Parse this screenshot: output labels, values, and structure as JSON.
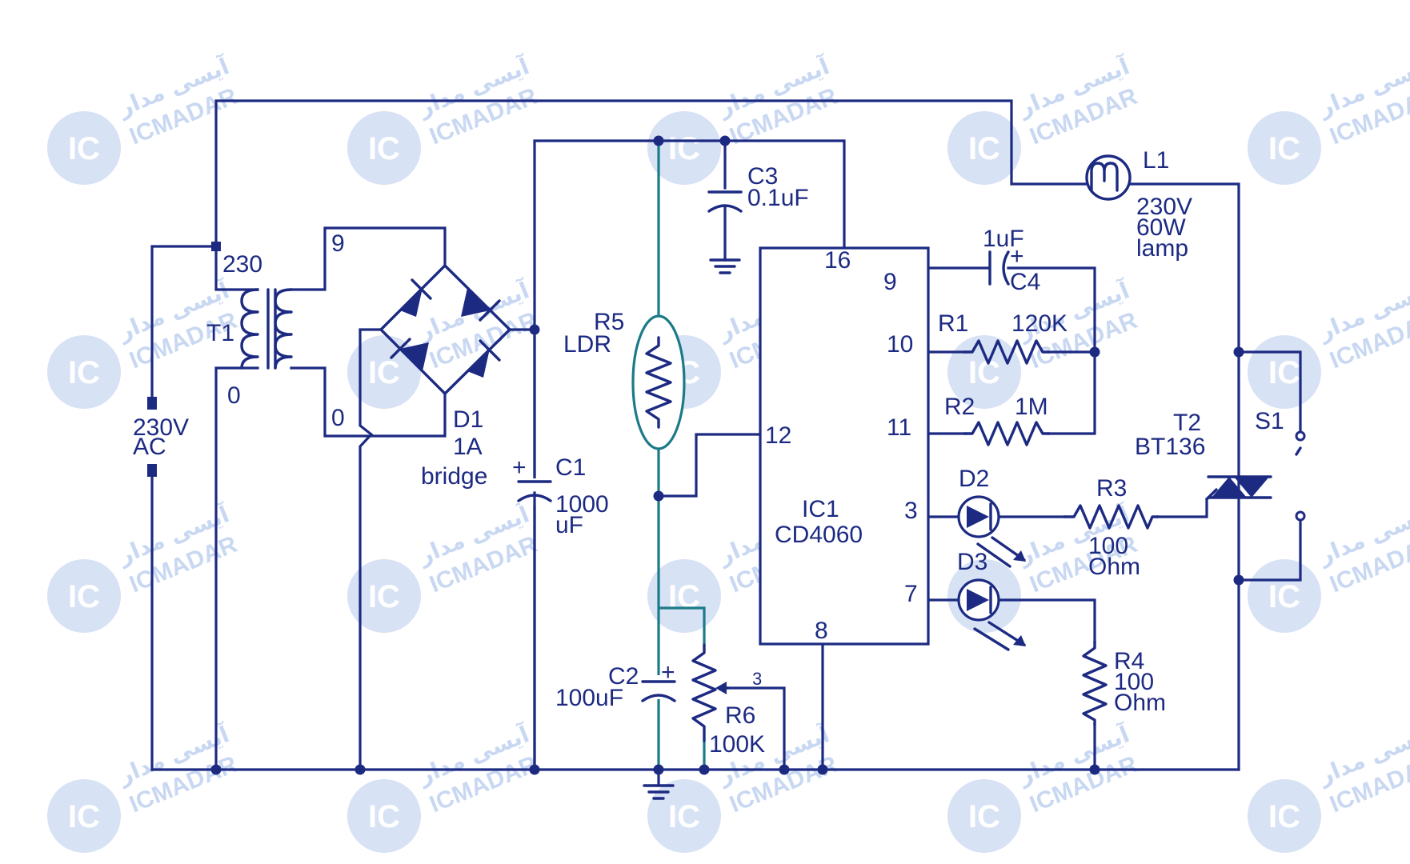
{
  "watermark": {
    "brand": "ICMADAR",
    "persian": "آیسی مدار",
    "logo": "IC"
  },
  "colors": {
    "wire": "#1c2a82",
    "wire_teal": "#1c7a88",
    "watermark": "#c9d8f2"
  },
  "supply": {
    "voltage": "230V",
    "type": "AC"
  },
  "t1": {
    "ref": "T1",
    "pri_top": "230",
    "pri_bot": "0",
    "sec_top": "9",
    "sec_bot": "0"
  },
  "d1": {
    "ref": "D1",
    "rating": "1A",
    "type": "bridge"
  },
  "c1": {
    "ref": "C1",
    "value_1": "1000",
    "value_2": "uF",
    "polarity": "+"
  },
  "c2": {
    "ref": "C2",
    "value": "100uF",
    "polarity": "+"
  },
  "c3": {
    "ref": "C3",
    "value": "0.1uF"
  },
  "c4": {
    "ref": "C4",
    "value": "1uF",
    "polarity": "+"
  },
  "r1": {
    "ref": "R1",
    "value": "120K"
  },
  "r2": {
    "ref": "R2",
    "value": "1M"
  },
  "r3": {
    "ref": "R3",
    "value_1": "100",
    "value_2": "Ohm"
  },
  "r4": {
    "ref": "R4",
    "value_1": "100",
    "value_2": "Ohm"
  },
  "r5": {
    "ref": "R5",
    "type": "LDR"
  },
  "r6": {
    "ref": "R6",
    "value": "100K",
    "wiper_pin": "3"
  },
  "d2": {
    "ref": "D2"
  },
  "d3": {
    "ref": "D3"
  },
  "ic1": {
    "ref": "IC1",
    "part": "CD4060",
    "pins": {
      "p16": "16",
      "p9": "9",
      "p10": "10",
      "p11": "11",
      "p12": "12",
      "p3": "3",
      "p7": "7",
      "p8": "8"
    }
  },
  "l1": {
    "ref": "L1",
    "line_1": "230V",
    "line_2": "60W",
    "line_3": "lamp"
  },
  "t2": {
    "ref": "T2",
    "part": "BT136"
  },
  "s1": {
    "ref": "S1"
  }
}
